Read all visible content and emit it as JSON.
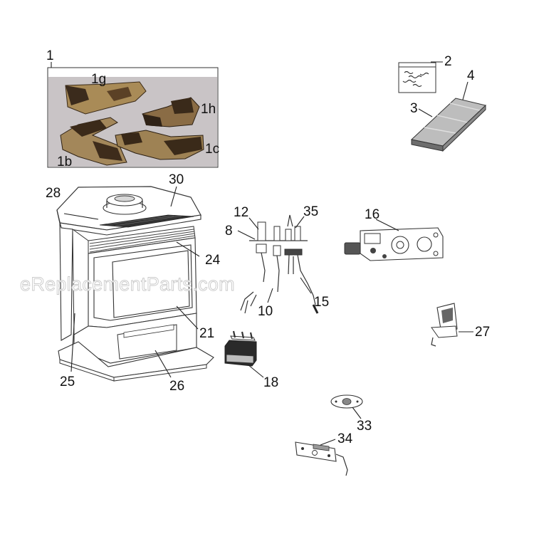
{
  "watermark": "eReplacementParts.com",
  "labels": {
    "p1": "1",
    "p1g": "1g",
    "p1h": "1h",
    "p1c": "1c",
    "p1b": "1b",
    "p2": "2",
    "p3": "3",
    "p4": "4",
    "p8": "8",
    "p10": "10",
    "p12": "12",
    "p15": "15",
    "p16": "16",
    "p18": "18",
    "p21": "21",
    "p24": "24",
    "p25": "25",
    "p26": "26",
    "p27": "27",
    "p28": "28",
    "p30": "30",
    "p33": "33",
    "p34": "34",
    "p35": "35"
  }
}
